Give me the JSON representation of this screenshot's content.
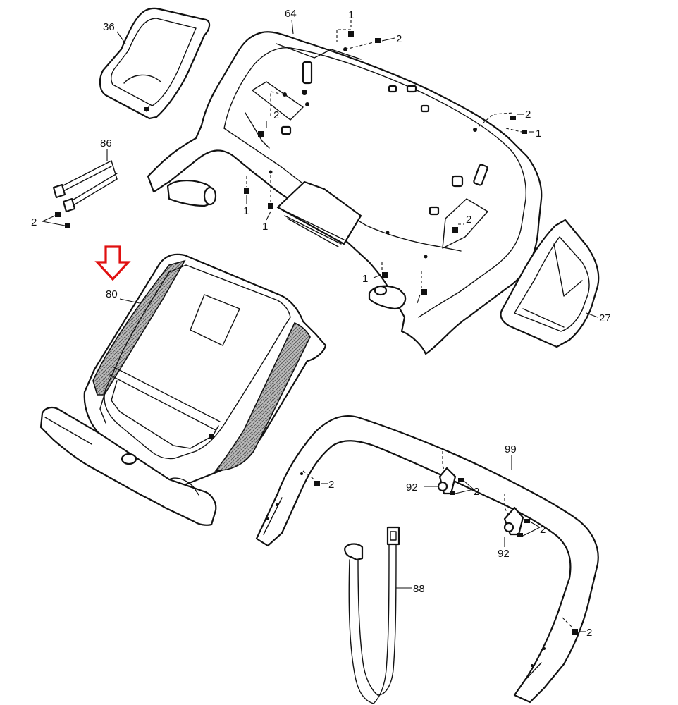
{
  "labels": {
    "l36": "36",
    "l64": "64",
    "l1a": "1",
    "l2a": "2",
    "l2b": "2",
    "l1b": "1",
    "l86": "86",
    "l2c": "2",
    "l1c": "1",
    "l1d": "1",
    "l2d": "2",
    "l2e": "2",
    "l1e": "1",
    "l80": "80",
    "l27": "27",
    "l99": "99",
    "l2f": "2",
    "l92a": "92",
    "l2g": "2",
    "l2h": "2",
    "l92b": "92",
    "l88": "88",
    "l2i": "2"
  },
  "highlight": {
    "target_part": "80",
    "arrow_color": "#e01010"
  }
}
